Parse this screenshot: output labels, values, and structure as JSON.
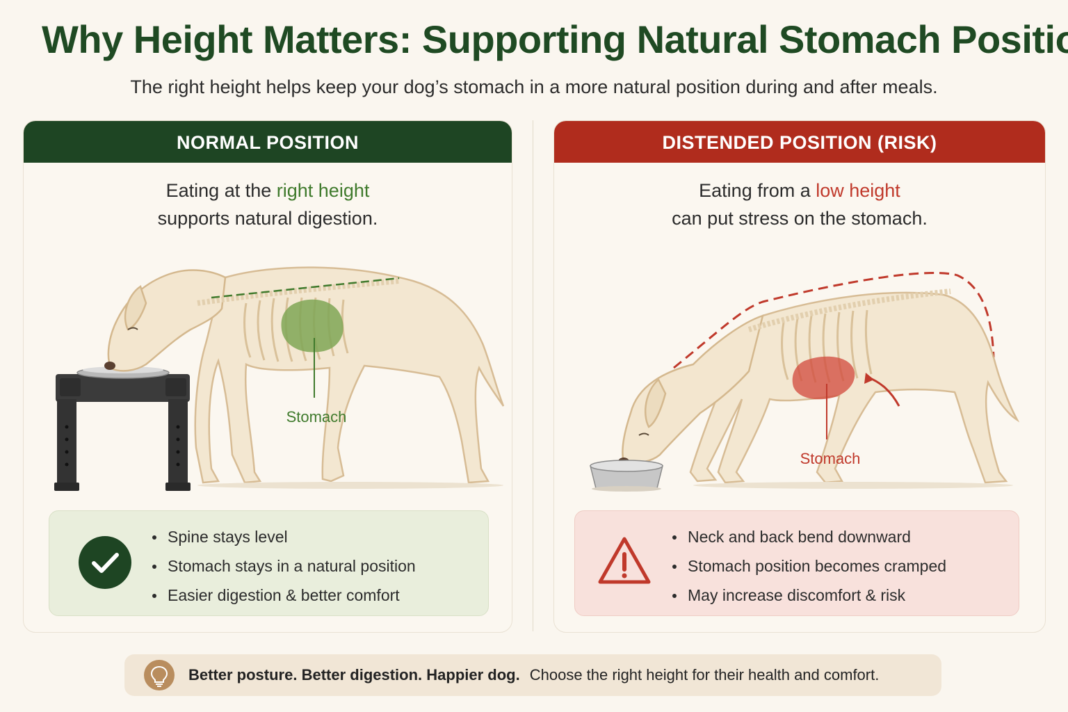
{
  "title": "Why Height Matters: Supporting Natural Stomach Position",
  "subtitle": "The right height helps keep your dog’s stomach in a more natural position during and after meals.",
  "colors": {
    "green_dark": "#1e4523",
    "green_accent": "#3f7a2c",
    "red_dark": "#b02c1d",
    "red_accent": "#c0392b",
    "background": "#faf6ef"
  },
  "normal": {
    "header": "NORMAL POSITION",
    "intro_pre": "Eating at the ",
    "intro_highlight": "right height",
    "intro_post": "supports natural digestion.",
    "stomach_label": "Stomach",
    "icon": "check-icon",
    "bullets": [
      "Spine stays level",
      "Stomach stays in a natural position",
      "Easier digestion & better comfort"
    ]
  },
  "distended": {
    "header": "DISTENDED POSITION (RISK)",
    "intro_pre": "Eating from a ",
    "intro_highlight": "low height",
    "intro_post": "can put stress on the stomach.",
    "stomach_label": "Stomach",
    "icon": "warning-icon",
    "bullets": [
      "Neck and back bend downward",
      "Stomach position becomes cramped",
      "May increase discomfort & risk"
    ]
  },
  "tip": {
    "icon": "lightbulb-icon",
    "strong": "Better posture. Better digestion. Happier dog.",
    "text": "Choose the right height for their health and comfort."
  }
}
